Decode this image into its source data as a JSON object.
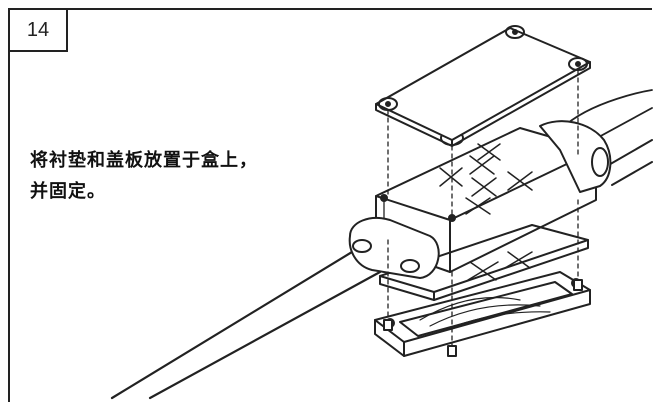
{
  "step": {
    "number": "14"
  },
  "instruction": {
    "line1": "将衬垫和盖板放置于盒上，",
    "line2": "并固定。"
  },
  "colors": {
    "ink": "#222222",
    "background": "#ffffff"
  }
}
